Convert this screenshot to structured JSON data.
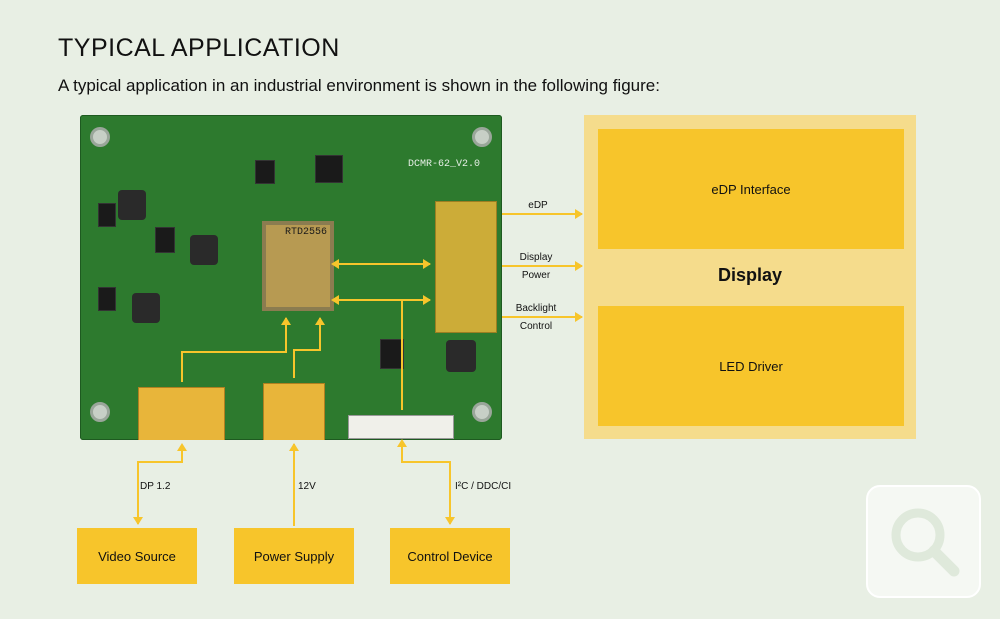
{
  "heading": "TYPICAL APPLICATION",
  "intro": "A typical application in an industrial environment is shown in the following figure:",
  "board": {
    "model": "DCMR-62_V2.0",
    "main_chip": "RTD2556"
  },
  "display": {
    "title": "Display",
    "edp": "eDP Interface",
    "led": "LED Driver"
  },
  "links": {
    "edp": "eDP",
    "power_line1": "Display",
    "power_line2": "Power",
    "backlight_line1": "Backlight",
    "backlight_line2": "Control",
    "dp": "DP 1.2",
    "v12": "12V",
    "i2c": "I²C / DDC/CI"
  },
  "sources": {
    "video": "Video Source",
    "power": "Power Supply",
    "control": "Control Device"
  },
  "colors": {
    "accent": "#f7c52b",
    "display_bg": "#f5dc8c",
    "pcb": "#2d7a2e"
  },
  "icons": [
    "search-icon"
  ]
}
